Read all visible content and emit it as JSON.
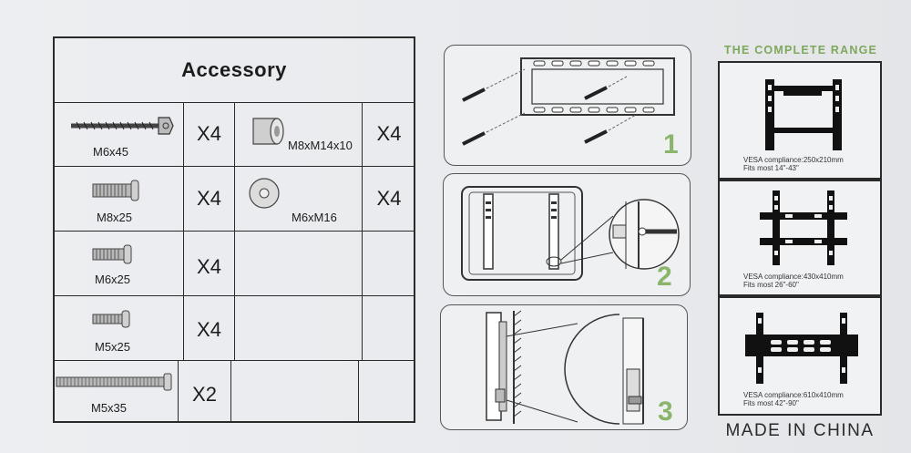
{
  "accessory": {
    "title": "Accessory",
    "rows": [
      {
        "left": {
          "label": "M6x45",
          "icon": "long-lag-screw-icon",
          "qty": "X4"
        },
        "right": {
          "label": "M8xM14x10",
          "icon": "spacer-cylinder-icon",
          "qty": "X4"
        }
      },
      {
        "left": {
          "label": "M8x25",
          "icon": "bolt-icon",
          "qty": "X4"
        },
        "right": {
          "label": "M6xM16",
          "icon": "washer-icon",
          "qty": "X4"
        }
      },
      {
        "left": {
          "label": "M6x25",
          "icon": "bolt-icon",
          "qty": "X4"
        },
        "right": {
          "label": "",
          "qty": ""
        }
      },
      {
        "left": {
          "label": "M5x25",
          "icon": "bolt-icon",
          "qty": "X4"
        },
        "right": {
          "label": "",
          "qty": ""
        }
      },
      {
        "left": {
          "label": "M5x35",
          "icon": "long-bolt-icon",
          "qty": "X2"
        },
        "right": {
          "label": "",
          "qty": ""
        }
      }
    ]
  },
  "steps": [
    {
      "number": "1",
      "icon": "wall-plate-screws-icon"
    },
    {
      "number": "2",
      "icon": "bracket-attach-tv-icon"
    },
    {
      "number": "3",
      "icon": "hang-tv-on-wall-icon"
    }
  ],
  "range": {
    "title": "THE COMPLETE RANGE",
    "items": [
      {
        "vesa": "VESA compliance:250x210mm",
        "fits": "Fits most 14\"-43\"",
        "icon": "small-tv-mount-icon"
      },
      {
        "vesa": "VESA compliance:430x410mm",
        "fits": "Fits most 26\"-60\"",
        "icon": "medium-tv-mount-icon"
      },
      {
        "vesa": "VESA compliance:610x410mm",
        "fits": "Fits most 42\"-90\"",
        "icon": "large-tv-mount-icon"
      }
    ]
  },
  "footer": {
    "made_in": "MADE IN CHINA"
  },
  "colors": {
    "accent_green": "#7ea85c",
    "line": "#2a2a2a"
  }
}
